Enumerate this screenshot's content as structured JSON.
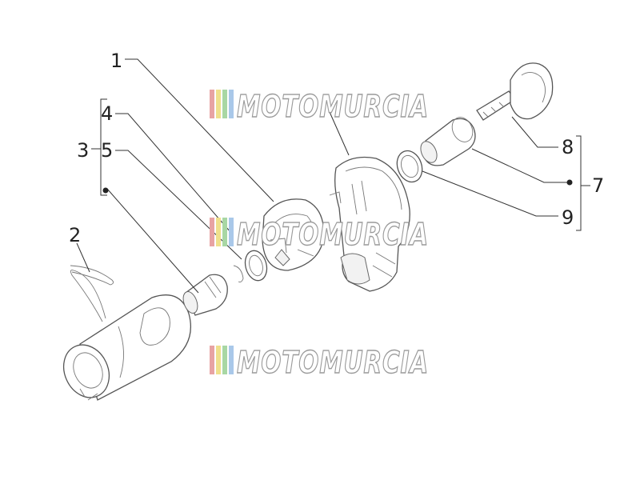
{
  "watermark": {
    "text": "MOTOMURCIA",
    "stripe_colors": [
      "#e7a3a3",
      "#efe08c",
      "#a8d7a4",
      "#a9c8e9"
    ]
  },
  "callouts": [
    {
      "id": "1",
      "label": "1"
    },
    {
      "id": "2",
      "label": "2"
    },
    {
      "id": "3",
      "label": "3"
    },
    {
      "id": "4",
      "label": "4"
    },
    {
      "id": "5",
      "label": "5"
    },
    {
      "id": "7",
      "label": "7"
    },
    {
      "id": "8",
      "label": "8"
    },
    {
      "id": "9",
      "label": "9"
    }
  ]
}
